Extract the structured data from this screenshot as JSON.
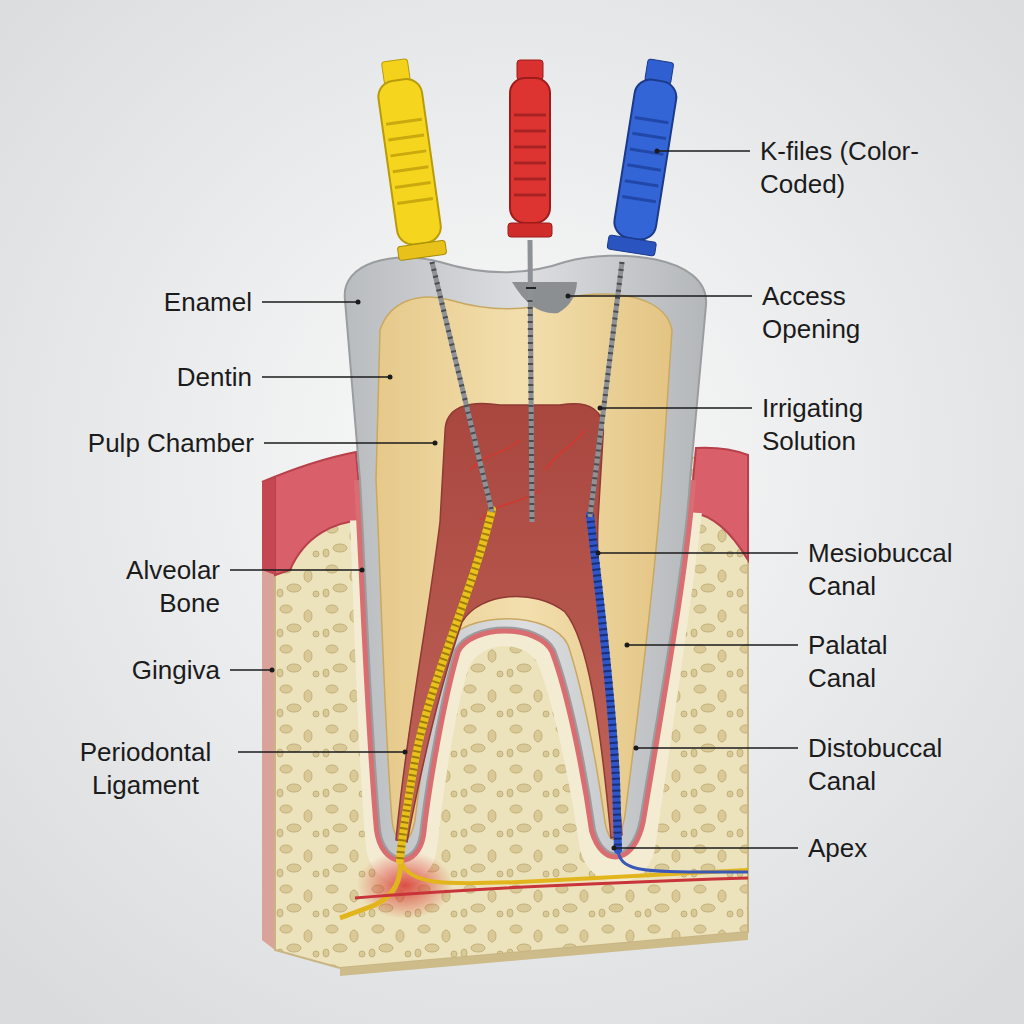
{
  "diagram": {
    "labels": [
      "K-files (Color-Coded)",
      "Enamel",
      "Access Opening",
      "Dentin",
      "Irrigating Solution",
      "Pulp Chamber",
      "Mesiobuccal Canal",
      "Alveolar Bone",
      "Palatal Canal",
      "Gingiva",
      "Distobuccal Canal",
      "Periodontal Ligament",
      "Apex"
    ]
  }
}
